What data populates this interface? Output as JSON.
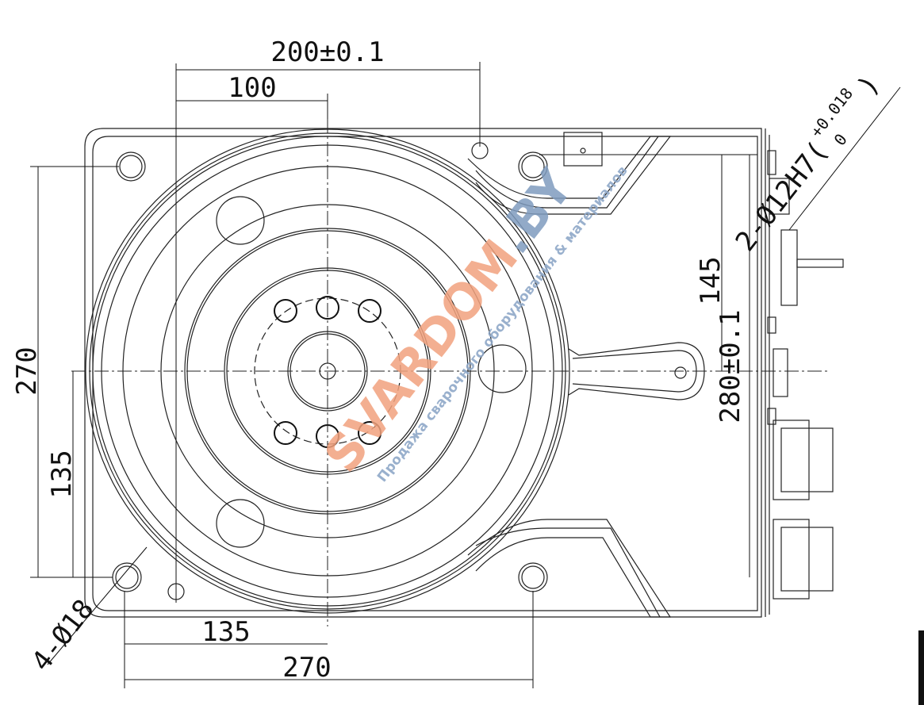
{
  "dimensions": {
    "top_width": "200±0.1",
    "top_half": "100",
    "left_height": "270",
    "left_half": "135",
    "right_145": "145",
    "right_height": "280±0.1",
    "bottom_half": "135",
    "bottom_width": "270",
    "corner_holes": "4-Ø18",
    "pin_holes_main": "2-Ø12H7(",
    "pin_tol_upper": "+0.018",
    "pin_tol_lower": "0",
    "pin_close": ")"
  },
  "watermark": {
    "brand_main": "SVARDOM",
    "brand_suffix": ".BY",
    "tagline": "Продажа сварочного оборудования & материалов"
  },
  "colors": {
    "line": "#222222",
    "watermark_orange": "#f2a27e",
    "watermark_blue": "#7f9cbf"
  }
}
